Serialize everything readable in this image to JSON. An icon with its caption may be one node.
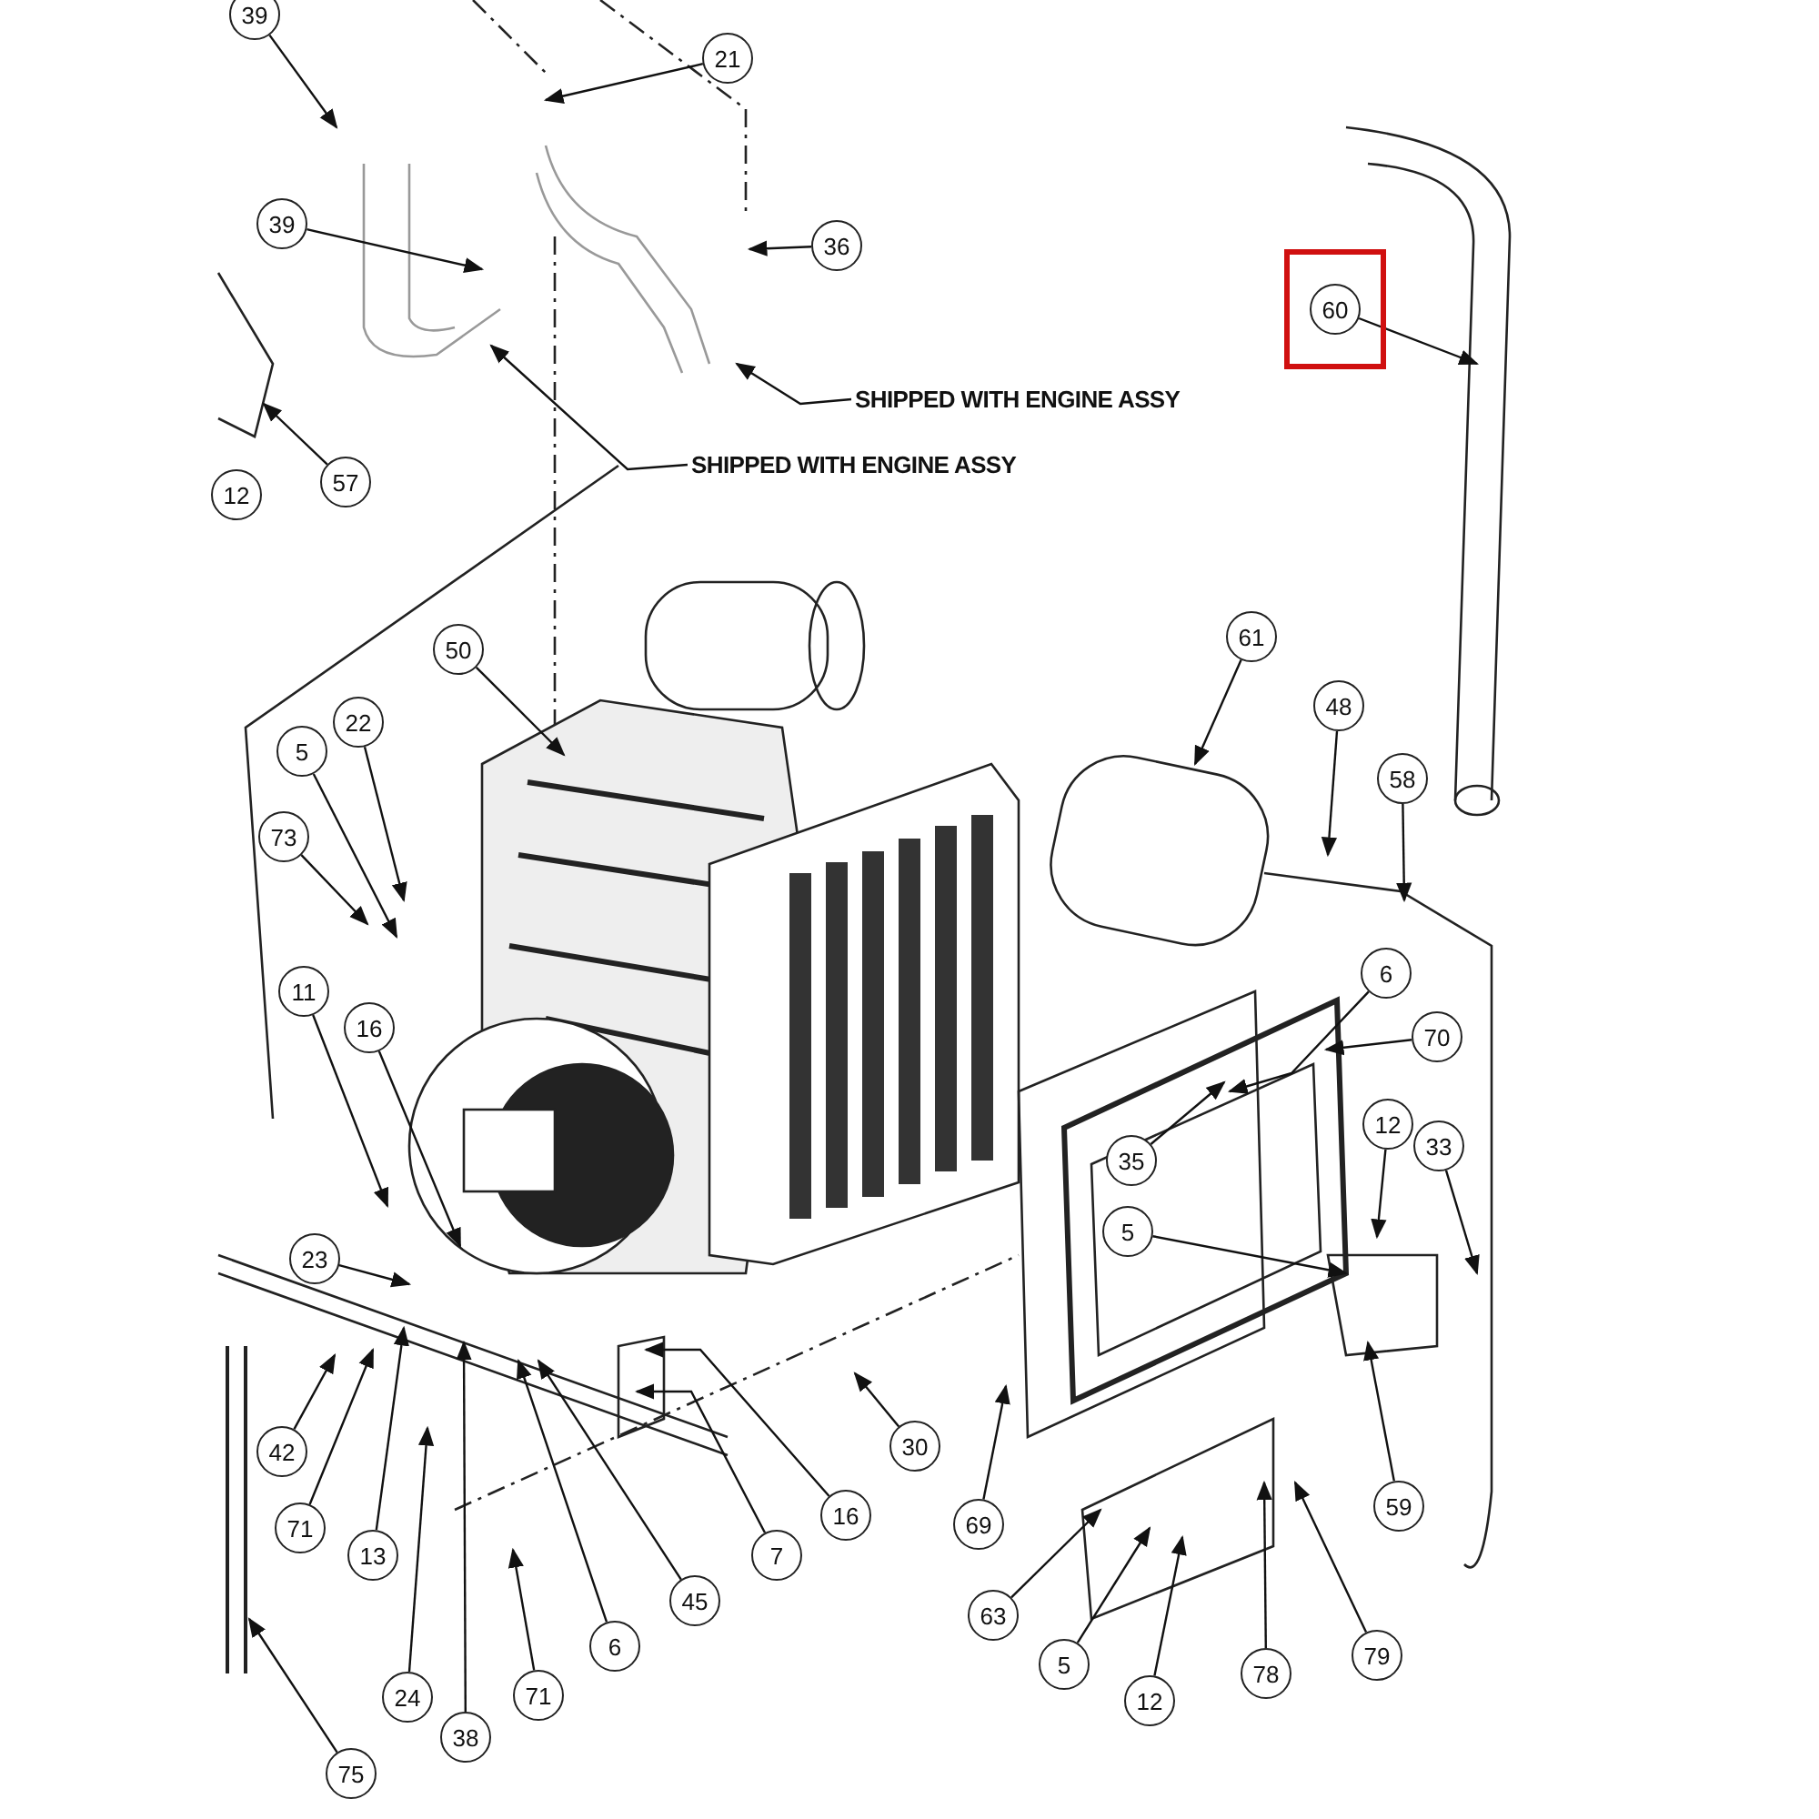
{
  "diagram": {
    "nodes": [
      {
        "text": [
          "39"
        ]
      },
      {
        "text": [
          "21"
        ]
      },
      {
        "text": [
          "39"
        ]
      },
      {
        "text": [
          "36"
        ]
      },
      {
        "text": [
          "SHIPPED WITH ENGINE ASSY"
        ]
      },
      {
        "text": [
          "SHIPPED WITH ENGINE ASSY"
        ]
      },
      {
        "text": [
          "57"
        ]
      },
      {
        "text": [
          "12"
        ]
      },
      {
        "text": [],
        "shape": "box"
      },
      {
        "text": [
          "60"
        ],
        "in": 8
      },
      {
        "text": [
          "50"
        ]
      },
      {
        "text": [
          "61"
        ]
      },
      {
        "text": [
          "48"
        ]
      },
      {
        "text": [
          "58"
        ]
      },
      {
        "text": [
          "22"
        ]
      },
      {
        "text": [
          "5"
        ]
      },
      {
        "text": [
          "73"
        ]
      },
      {
        "text": [
          "11"
        ]
      },
      {
        "text": [
          "16"
        ]
      },
      {
        "text": [
          "6"
        ]
      },
      {
        "text": [
          "70"
        ]
      },
      {
        "text": [
          "12"
        ]
      },
      {
        "text": [
          "33"
        ]
      },
      {
        "text": [
          "35"
        ]
      },
      {
        "text": [
          "5"
        ]
      },
      {
        "text": [
          "23"
        ]
      },
      {
        "text": [
          "42"
        ]
      },
      {
        "text": [
          "71"
        ]
      },
      {
        "text": [
          "13"
        ]
      },
      {
        "text": [
          "6"
        ]
      },
      {
        "text": [
          "45"
        ]
      },
      {
        "text": [
          "7"
        ]
      },
      {
        "text": [
          "16"
        ]
      },
      {
        "text": [
          "30"
        ]
      },
      {
        "text": [
          "69"
        ]
      },
      {
        "text": [
          "59"
        ]
      },
      {
        "text": [
          "63"
        ]
      },
      {
        "text": [
          "5"
        ]
      },
      {
        "text": [
          "12"
        ]
      },
      {
        "text": [
          "78"
        ]
      },
      {
        "text": [
          "79"
        ]
      },
      {
        "text": [
          "75"
        ]
      },
      {
        "text": [
          "24"
        ]
      },
      {
        "text": [
          "38"
        ]
      },
      {
        "text": [
          "71"
        ]
      }
    ],
    "edges": [
      {
        "from": 0,
        "to": null,
        "arrow": "to"
      },
      {
        "from": 1,
        "to": null,
        "arrow": "to"
      },
      {
        "from": 2,
        "to": null,
        "arrow": "to"
      },
      {
        "from": 3,
        "to": null,
        "arrow": "to"
      },
      {
        "from": 4,
        "to": null,
        "arrow": "to"
      },
      {
        "from": 5,
        "to": null,
        "arrow": "to"
      },
      {
        "from": 6,
        "to": null,
        "arrow": "to"
      },
      {
        "from": 9,
        "to": null,
        "arrow": "to"
      },
      {
        "from": 10,
        "to": null,
        "arrow": "to"
      },
      {
        "from": 11,
        "to": null,
        "arrow": "to"
      },
      {
        "from": 12,
        "to": null,
        "arrow": "to"
      },
      {
        "from": 13,
        "to": null,
        "arrow": "to"
      },
      {
        "from": 14,
        "to": null,
        "arrow": "to"
      },
      {
        "from": 15,
        "to": null,
        "arrow": "to"
      },
      {
        "from": 16,
        "to": null,
        "arrow": "to"
      },
      {
        "from": 17,
        "to": null,
        "arrow": "to"
      },
      {
        "from": 18,
        "to": null,
        "arrow": "to"
      },
      {
        "from": 19,
        "to": null,
        "arrow": "to"
      },
      {
        "from": 20,
        "to": null,
        "arrow": "to"
      },
      {
        "from": 21,
        "to": null,
        "arrow": "to"
      },
      {
        "from": 22,
        "to": null,
        "arrow": "to"
      },
      {
        "from": 23,
        "to": null,
        "arrow": "to"
      },
      {
        "from": 24,
        "to": null,
        "arrow": "to"
      },
      {
        "from": 25,
        "to": null,
        "arrow": "to"
      },
      {
        "from": 26,
        "to": null,
        "arrow": "to"
      },
      {
        "from": 27,
        "to": null,
        "arrow": "to"
      },
      {
        "from": 28,
        "to": null,
        "arrow": "to"
      },
      {
        "from": 29,
        "to": null,
        "arrow": "to"
      },
      {
        "from": 30,
        "to": null,
        "arrow": "to"
      },
      {
        "from": 31,
        "to": null,
        "arrow": "to"
      },
      {
        "from": 32,
        "to": null,
        "arrow": "to"
      },
      {
        "from": 33,
        "to": null,
        "arrow": "to"
      },
      {
        "from": 34,
        "to": null,
        "arrow": "to"
      },
      {
        "from": 35,
        "to": null,
        "arrow": "to"
      },
      {
        "from": 36,
        "to": null,
        "arrow": "to"
      },
      {
        "from": 37,
        "to": null,
        "arrow": "to"
      },
      {
        "from": 38,
        "to": null,
        "arrow": "to"
      },
      {
        "from": 39,
        "to": null,
        "arrow": "to"
      },
      {
        "from": 40,
        "to": null,
        "arrow": "to"
      },
      {
        "from": 41,
        "to": null,
        "arrow": "to"
      },
      {
        "from": 42,
        "to": null,
        "arrow": "to"
      },
      {
        "from": 43,
        "to": null,
        "arrow": "to"
      },
      {
        "from": 44,
        "to": null,
        "arrow": "to"
      }
    ]
  }
}
